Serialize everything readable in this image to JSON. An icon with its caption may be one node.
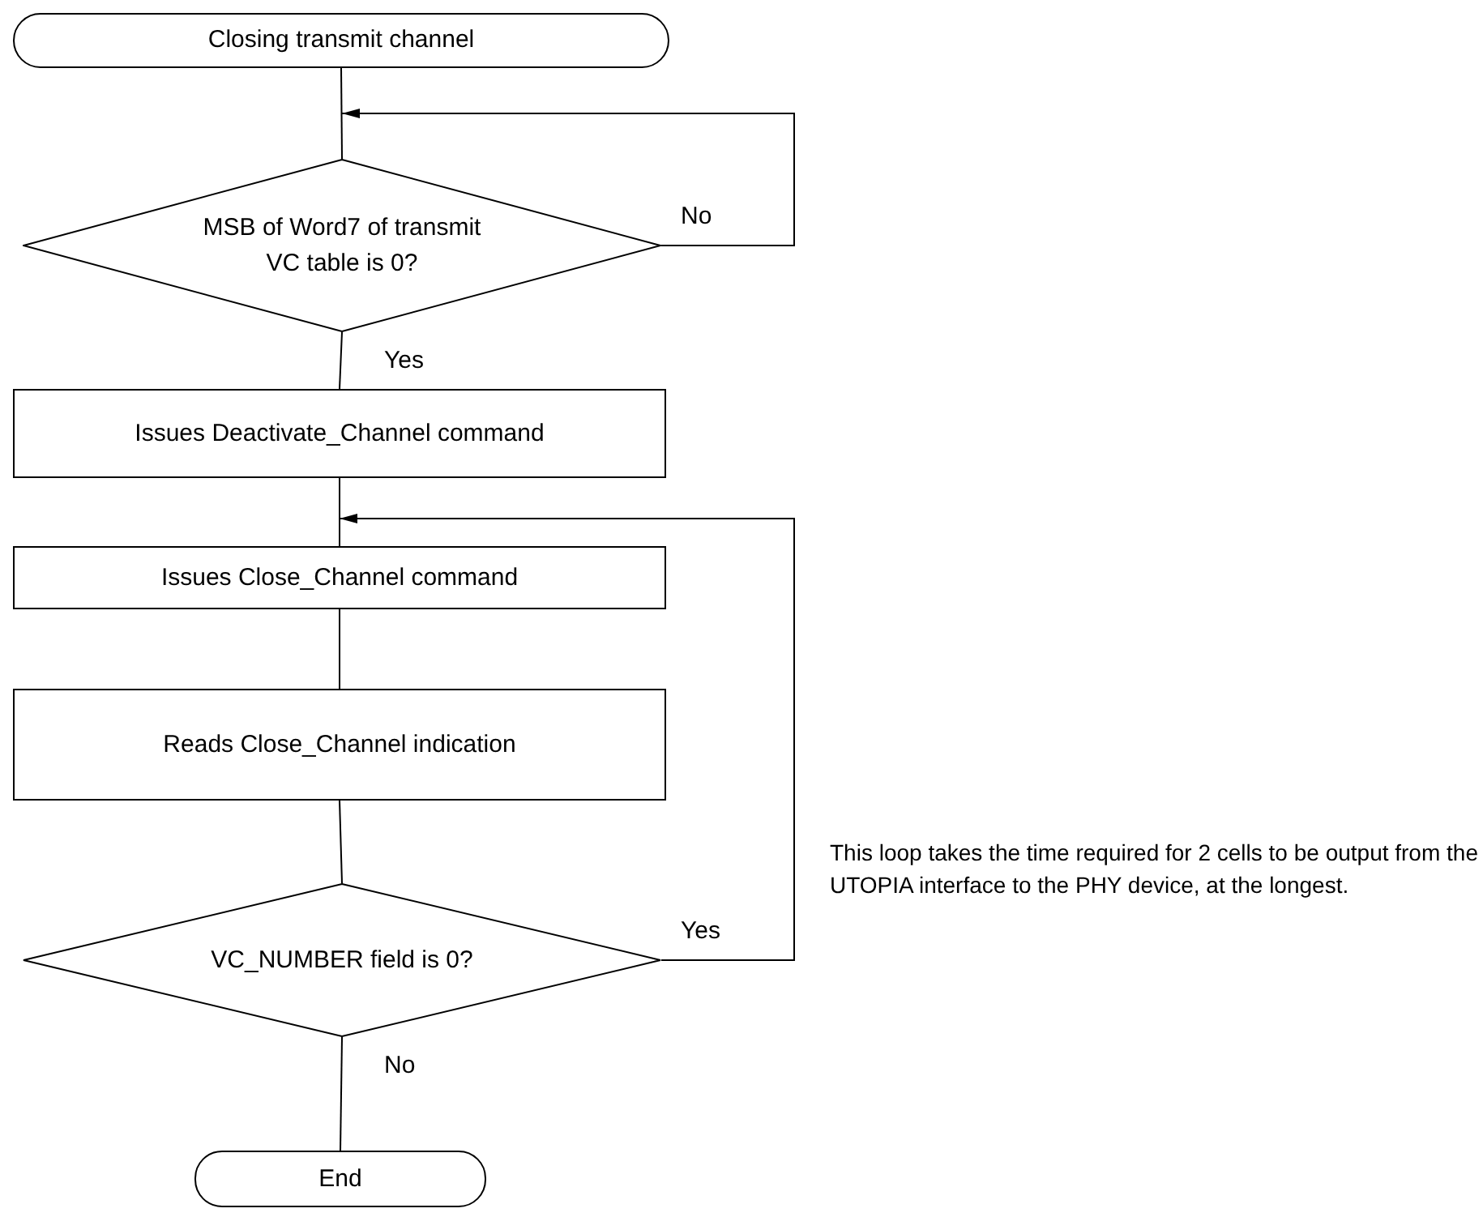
{
  "diagram": {
    "nodes": [
      {
        "text": [
          "Closing transmit channel"
        ]
      },
      {
        "text": [
          "MSB of Word7 of transmit VC table is 0?"
        ]
      },
      {
        "text": [
          "Issues Deactivate_Channel command"
        ]
      },
      {
        "text": [
          "Issues Close_Channel command"
        ]
      },
      {
        "text": [
          "Reads Close_Channel indication"
        ]
      },
      {
        "text": [
          "VC_NUMBER field is 0?"
        ]
      },
      {
        "text": [
          "End"
        ]
      }
    ],
    "edges": [
      {
        "from": 0,
        "to": 1,
        "arrow": "none"
      },
      {
        "from": 1,
        "to": 1,
        "label": "No",
        "arrow": "to"
      },
      {
        "from": 1,
        "to": 2,
        "label": "Yes",
        "arrow": "none"
      },
      {
        "from": 2,
        "to": 3,
        "arrow": "none"
      },
      {
        "from": 5,
        "to": 3,
        "label": "Yes",
        "arrow": "to"
      },
      {
        "from": 3,
        "to": 4,
        "arrow": "none"
      },
      {
        "from": 4,
        "to": 5,
        "arrow": "none"
      },
      {
        "from": 5,
        "to": 6,
        "label": "No",
        "arrow": "none"
      }
    ],
    "labels": [
      "This loop takes the time required for 2 cells to be output from the UTOPIA interface to the PHY device, at the longest."
    ]
  }
}
